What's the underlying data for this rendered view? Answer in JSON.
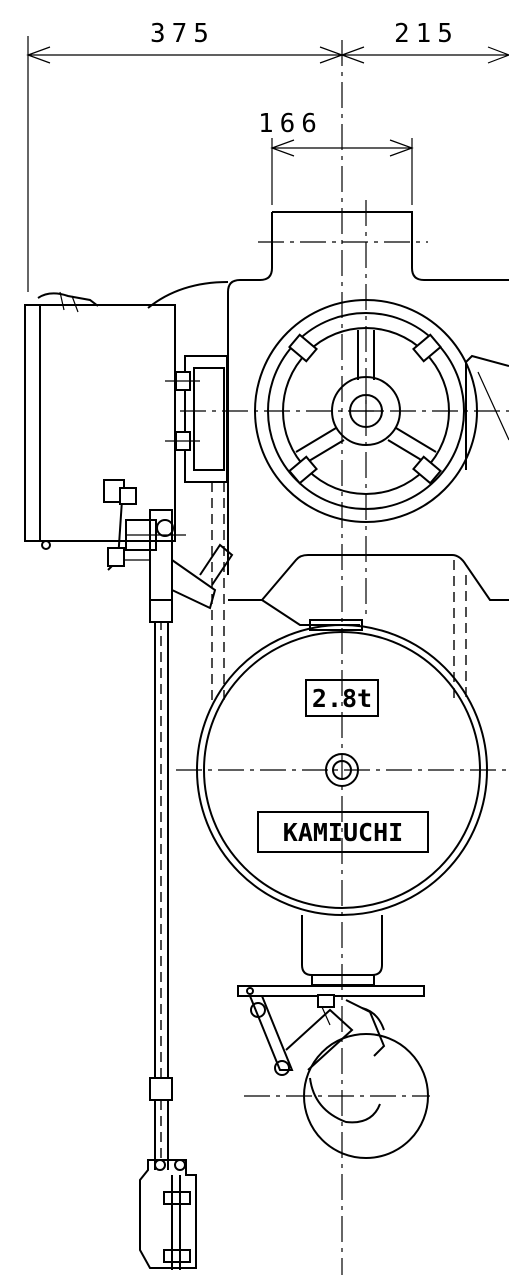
{
  "dimensions": {
    "overall_left": "375",
    "overall_right": "215",
    "top_width": "166"
  },
  "plates": {
    "capacity": "2.8t",
    "brand": "KAMIUCHI"
  }
}
